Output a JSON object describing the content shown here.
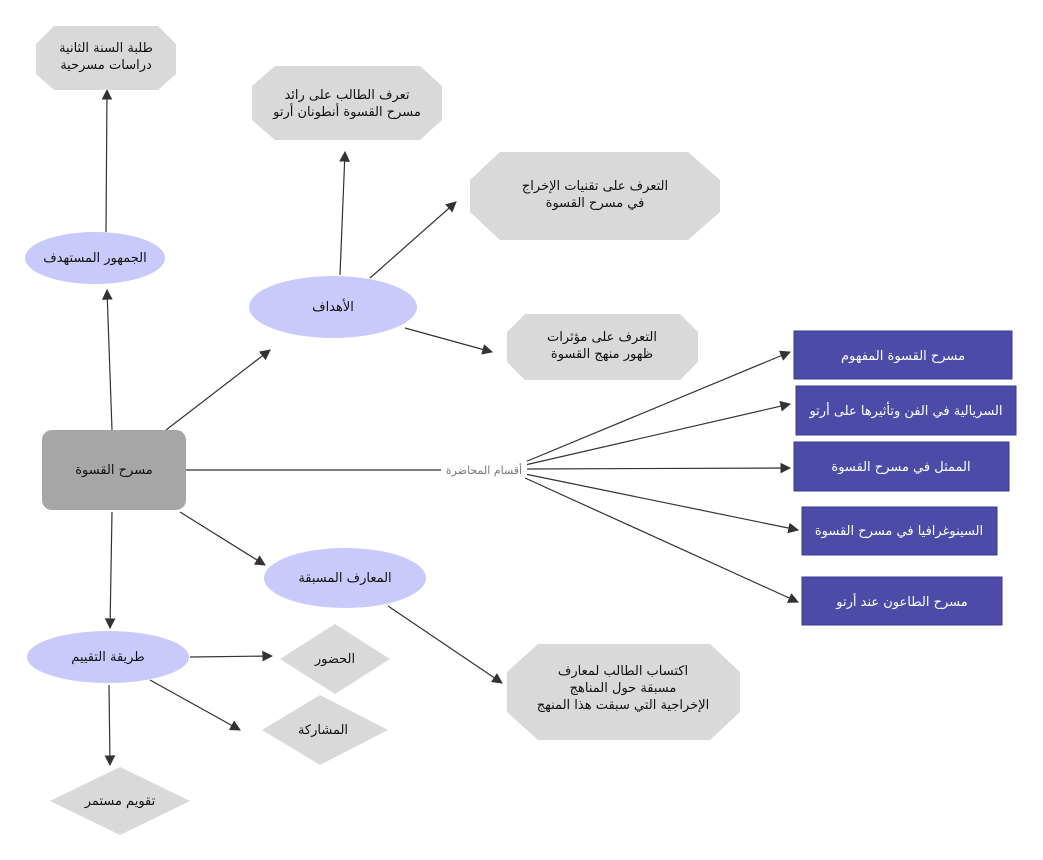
{
  "colors": {
    "central_fill": "#a6a6a6",
    "ellipse_fill": "#c9c9fb",
    "octagon_fill": "#d9d9d9",
    "diamond_fill": "#d9d9d9",
    "rect_fill": "#4c4ba8",
    "edge": "#333333"
  },
  "nodes": {
    "central": "مسرح القسوة",
    "audience": "الجمهور المستهدف",
    "audience_target_line1": "طلبة السنة الثانية",
    "audience_target_line2": "دراسات مسرحية",
    "goals": "الأهداف",
    "goal1_line1": "تعرف الطالب على رائد",
    "goal1_line2": "مسرح القسوة أنطونان أرتو",
    "goal2_line1": "التعرف على تقنيات الإخراج",
    "goal2_line2": "في مسرح القسوة",
    "goal3_line1": "التعرف على مؤثرات",
    "goal3_line2": "ظهور منهج القسوة",
    "sections_label": "أقسام المحاضرة",
    "section1": "مسرح القسوة المفهوم",
    "section2": "السريالية في الفن وتأثيرها على أرتو",
    "section3": "الممثل في مسرح القسوة",
    "section4": "السينوغرافيا في مسرح القسوة",
    "section5": "مسرح الطاعون عند أرتو",
    "prior": "المعارف المسبقة",
    "prior_out_line1": "اكتساب الطالب لمعارف",
    "prior_out_line2": "مسبقة حول المناهج",
    "prior_out_line3": "الإخراجية التي سبقت هذا المنهج",
    "evaluation": "طريقة التقييم",
    "eval1": "الحضور",
    "eval2": "المشاركة",
    "eval3": "تقويم مستمر"
  }
}
